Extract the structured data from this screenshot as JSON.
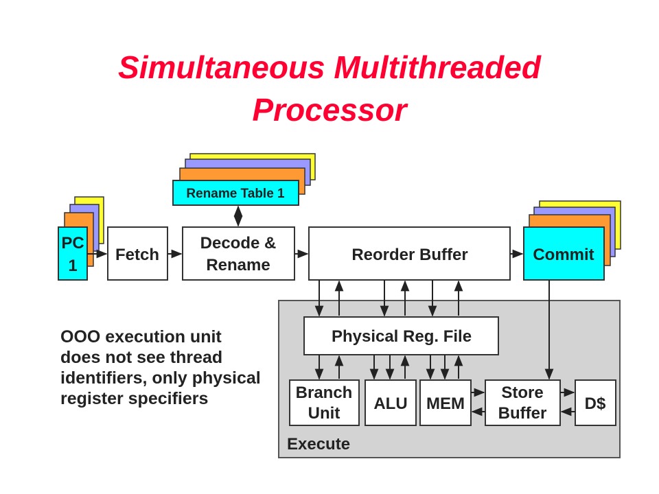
{
  "title": {
    "line1": "Simultaneous Multithreaded",
    "line2": "Processor"
  },
  "blocks": {
    "pc_line1": "PC",
    "pc_line2": "1",
    "fetch": "Fetch",
    "decode_line1": "Decode &",
    "decode_line2": "Rename",
    "rename_table": "Rename Table 1",
    "reorder_buffer": "Reorder Buffer",
    "commit": "Commit",
    "physical_reg_file": "Physical Reg. File",
    "branch_line1": "Branch",
    "branch_line2": "Unit",
    "alu": "ALU",
    "mem": "MEM",
    "store_line1": "Store",
    "store_line2": "Buffer",
    "dcache": "D$",
    "execute": "Execute"
  },
  "note": "OOO execution unit does not see thread identifiers, only physical register specifiers",
  "colors": {
    "title": "#ff0033",
    "cyan": "#00ffff",
    "orange": "#ff9933",
    "purple": "#9999ff",
    "yellow": "#ffff33",
    "execute_bg": "#d3d3d3"
  }
}
